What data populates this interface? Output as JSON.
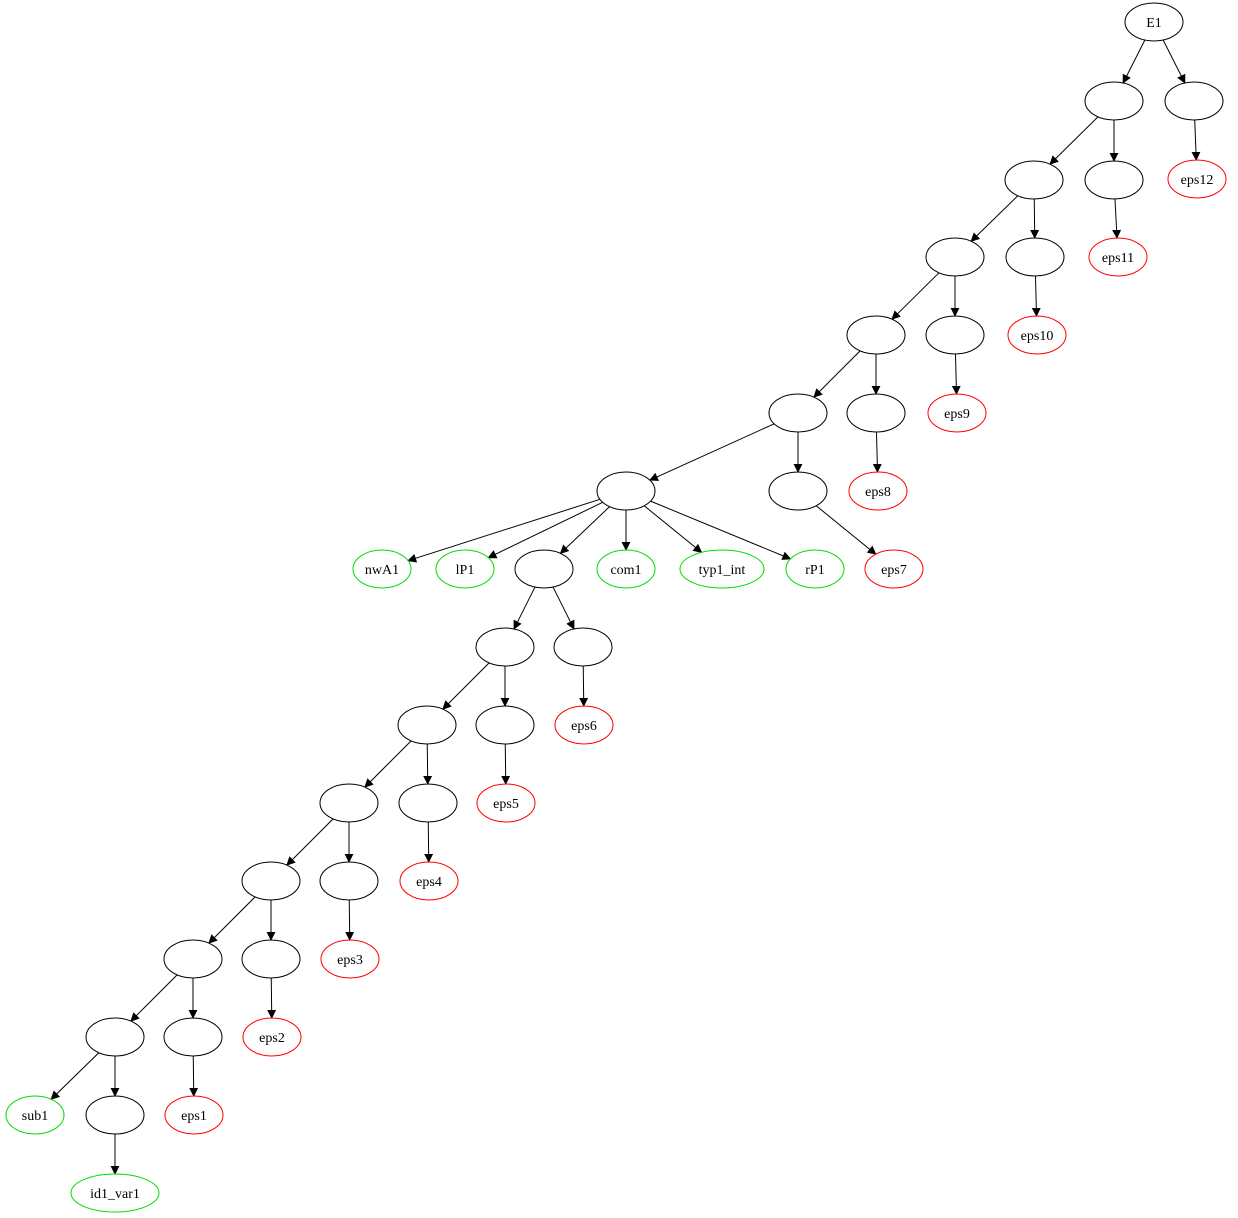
{
  "diagram": {
    "type": "tree",
    "colors": {
      "internal": "#000000",
      "terminal": "#00dd00",
      "epsilon": "#ff0000",
      "edge": "#000000"
    },
    "nodes": [
      {
        "id": "E1",
        "label": "E1",
        "kind": "internal"
      },
      {
        "id": "a1",
        "label": "",
        "kind": "internal"
      },
      {
        "id": "b1",
        "label": "",
        "kind": "internal"
      },
      {
        "id": "eps12",
        "label": "eps12",
        "kind": "epsilon"
      },
      {
        "id": "a2",
        "label": "",
        "kind": "internal"
      },
      {
        "id": "b2",
        "label": "",
        "kind": "internal"
      },
      {
        "id": "eps11",
        "label": "eps11",
        "kind": "epsilon"
      },
      {
        "id": "a3",
        "label": "",
        "kind": "internal"
      },
      {
        "id": "b3",
        "label": "",
        "kind": "internal"
      },
      {
        "id": "eps10",
        "label": "eps10",
        "kind": "epsilon"
      },
      {
        "id": "a4",
        "label": "",
        "kind": "internal"
      },
      {
        "id": "b4",
        "label": "",
        "kind": "internal"
      },
      {
        "id": "eps9",
        "label": "eps9",
        "kind": "epsilon"
      },
      {
        "id": "a5",
        "label": "",
        "kind": "internal"
      },
      {
        "id": "b5",
        "label": "",
        "kind": "internal"
      },
      {
        "id": "eps8",
        "label": "eps8",
        "kind": "epsilon"
      },
      {
        "id": "a6",
        "label": "",
        "kind": "internal"
      },
      {
        "id": "b6",
        "label": "",
        "kind": "internal"
      },
      {
        "id": "eps7",
        "label": "eps7",
        "kind": "epsilon"
      },
      {
        "id": "nwA1",
        "label": "nwA1",
        "kind": "terminal"
      },
      {
        "id": "lP1",
        "label": "lP1",
        "kind": "terminal"
      },
      {
        "id": "c1",
        "label": "",
        "kind": "internal"
      },
      {
        "id": "com1",
        "label": "com1",
        "kind": "terminal"
      },
      {
        "id": "typ1_int",
        "label": "typ1_int",
        "kind": "terminal"
      },
      {
        "id": "rP1",
        "label": "rP1",
        "kind": "terminal"
      },
      {
        "id": "c2",
        "label": "",
        "kind": "internal"
      },
      {
        "id": "d2",
        "label": "",
        "kind": "internal"
      },
      {
        "id": "eps6",
        "label": "eps6",
        "kind": "epsilon"
      },
      {
        "id": "c3",
        "label": "",
        "kind": "internal"
      },
      {
        "id": "d3",
        "label": "",
        "kind": "internal"
      },
      {
        "id": "eps5",
        "label": "eps5",
        "kind": "epsilon"
      },
      {
        "id": "c4",
        "label": "",
        "kind": "internal"
      },
      {
        "id": "d4",
        "label": "",
        "kind": "internal"
      },
      {
        "id": "eps4",
        "label": "eps4",
        "kind": "epsilon"
      },
      {
        "id": "c5",
        "label": "",
        "kind": "internal"
      },
      {
        "id": "d5",
        "label": "",
        "kind": "internal"
      },
      {
        "id": "eps3",
        "label": "eps3",
        "kind": "epsilon"
      },
      {
        "id": "c6",
        "label": "",
        "kind": "internal"
      },
      {
        "id": "d6",
        "label": "",
        "kind": "internal"
      },
      {
        "id": "eps2",
        "label": "eps2",
        "kind": "epsilon"
      },
      {
        "id": "c7",
        "label": "",
        "kind": "internal"
      },
      {
        "id": "d7",
        "label": "",
        "kind": "internal"
      },
      {
        "id": "eps1",
        "label": "eps1",
        "kind": "epsilon"
      },
      {
        "id": "sub1",
        "label": "sub1",
        "kind": "terminal"
      },
      {
        "id": "c8",
        "label": "",
        "kind": "internal"
      },
      {
        "id": "id1_var1",
        "label": "id1_var1",
        "kind": "terminal"
      }
    ],
    "edges": [
      [
        "E1",
        "a1"
      ],
      [
        "E1",
        "b1"
      ],
      [
        "b1",
        "eps12"
      ],
      [
        "a1",
        "a2"
      ],
      [
        "a1",
        "b2"
      ],
      [
        "b2",
        "eps11"
      ],
      [
        "a2",
        "a3"
      ],
      [
        "a2",
        "b3"
      ],
      [
        "b3",
        "eps10"
      ],
      [
        "a3",
        "a4"
      ],
      [
        "a3",
        "b4"
      ],
      [
        "b4",
        "eps9"
      ],
      [
        "a4",
        "a5"
      ],
      [
        "a4",
        "b5"
      ],
      [
        "b5",
        "eps8"
      ],
      [
        "a5",
        "a6"
      ],
      [
        "a5",
        "b6"
      ],
      [
        "b6",
        "eps7"
      ],
      [
        "a6",
        "nwA1"
      ],
      [
        "a6",
        "lP1"
      ],
      [
        "a6",
        "c1"
      ],
      [
        "a6",
        "com1"
      ],
      [
        "a6",
        "typ1_int"
      ],
      [
        "a6",
        "rP1"
      ],
      [
        "c1",
        "c2"
      ],
      [
        "c1",
        "d2"
      ],
      [
        "d2",
        "eps6"
      ],
      [
        "c2",
        "c3"
      ],
      [
        "c2",
        "d3"
      ],
      [
        "d3",
        "eps5"
      ],
      [
        "c3",
        "c4"
      ],
      [
        "c3",
        "d4"
      ],
      [
        "d4",
        "eps4"
      ],
      [
        "c4",
        "c5"
      ],
      [
        "c4",
        "d5"
      ],
      [
        "d5",
        "eps3"
      ],
      [
        "c5",
        "c6"
      ],
      [
        "c5",
        "d6"
      ],
      [
        "d6",
        "eps2"
      ],
      [
        "c6",
        "c7"
      ],
      [
        "c6",
        "d7"
      ],
      [
        "d7",
        "eps1"
      ],
      [
        "c7",
        "sub1"
      ],
      [
        "c7",
        "c8"
      ],
      [
        "c8",
        "id1_var1"
      ]
    ]
  }
}
